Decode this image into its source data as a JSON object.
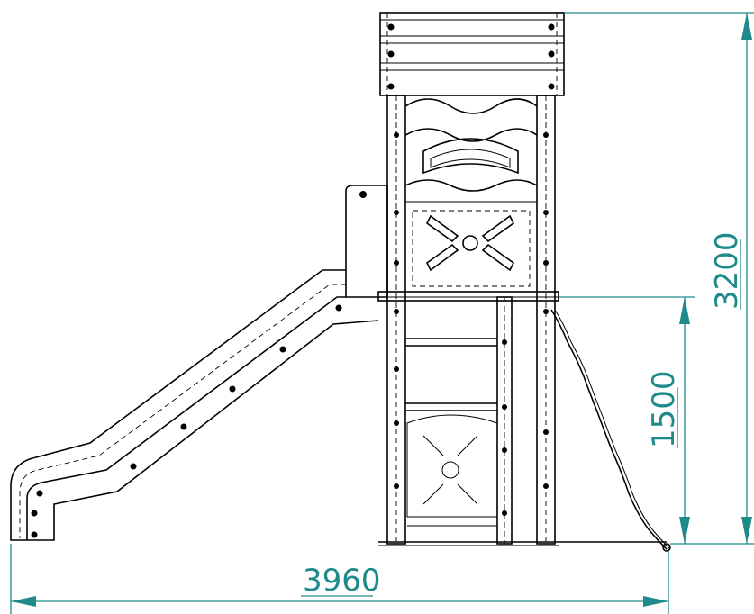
{
  "drawing": {
    "dimensions": {
      "total_width": "3960",
      "total_height": "3200",
      "platform_height": "1500"
    },
    "dimension_color": "#1e8a8a",
    "line_color": "#000000"
  }
}
